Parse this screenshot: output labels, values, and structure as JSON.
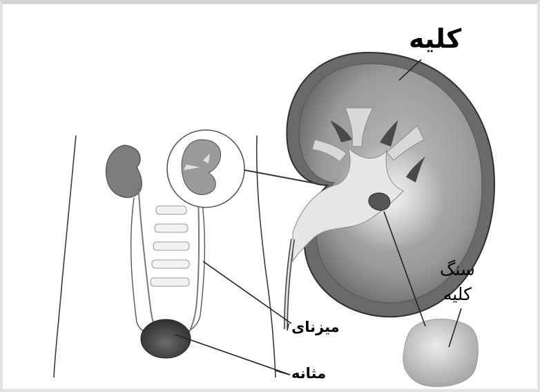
{
  "labels": {
    "kidney": "کلیه",
    "kidney_stone_line1": "سنگ",
    "kidney_stone_line2": "کلیه",
    "ureter": "میزنای",
    "bladder": "مثانه"
  },
  "colors": {
    "kidney_outer": "#6e6e6e",
    "kidney_cortex": "#a9a9a9",
    "pelvis": "#e2e2e2",
    "stone": "#d2d2d2",
    "outline": "#3a3a3a"
  }
}
